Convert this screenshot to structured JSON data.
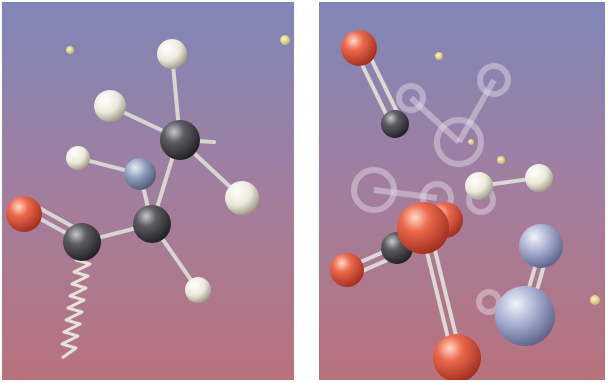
{
  "image": {
    "kind": "illustration",
    "panels": [
      {
        "id": "left",
        "depicts": "molecule-ball-and-stick",
        "background_top": "#7c84b5",
        "background_bottom": "#b3727f",
        "atom_colors": {
          "oxygen": "#e4583f",
          "carbon": "#3c3c40",
          "nitrogen": "#8f9dbd",
          "hydrogen": "#f3f1e6"
        }
      },
      {
        "id": "right",
        "depicts": "molecules-ball-and-stick",
        "background_top": "#7c84b5",
        "background_bottom": "#b3727f",
        "atom_colors": {
          "oxygen": "#e4583f",
          "carbon": "#3c3c40",
          "nitrogen": "#a9b0d2",
          "hydrogen": "#f3f1e6"
        }
      }
    ]
  }
}
